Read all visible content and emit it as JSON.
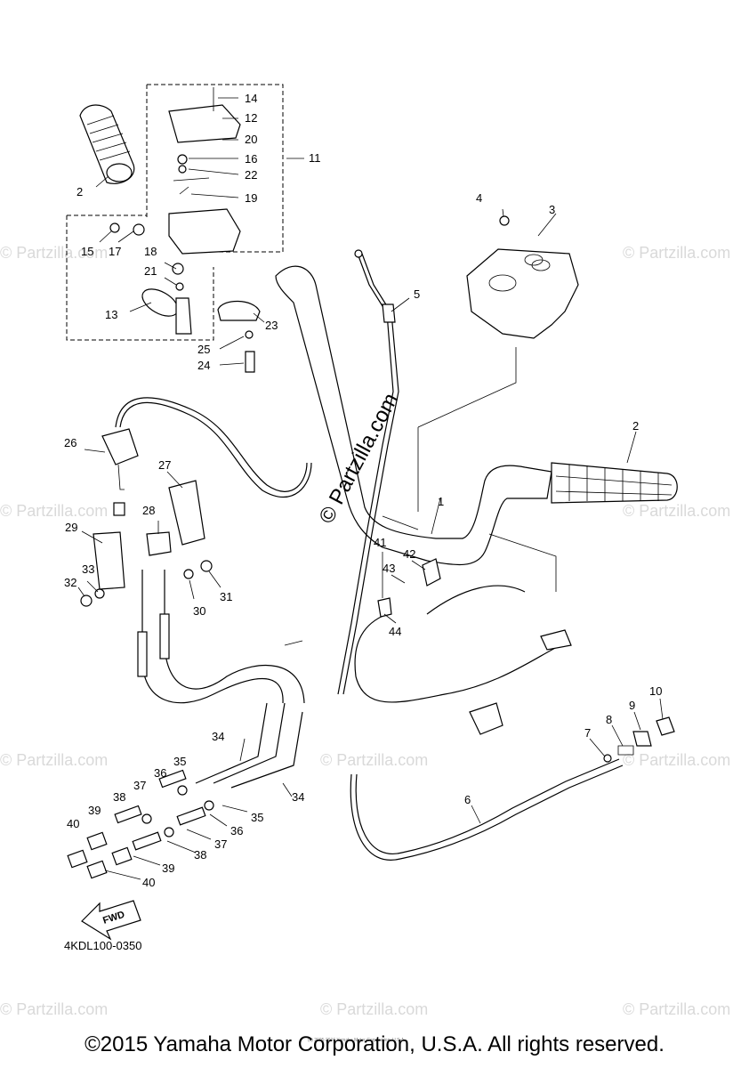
{
  "callouts": {
    "c1": "1",
    "c2a": "2",
    "c2b": "2",
    "c3": "3",
    "c4": "4",
    "c5": "5",
    "c6": "6",
    "c7": "7",
    "c8": "8",
    "c9": "9",
    "c10": "10",
    "c11": "11",
    "c12": "12",
    "c13": "13",
    "c14": "14",
    "c15": "15",
    "c16": "16",
    "c17": "17",
    "c18": "18",
    "c19": "19",
    "c20": "20",
    "c21": "21",
    "c22": "22",
    "c23": "23",
    "c24": "24",
    "c25": "25",
    "c26": "26",
    "c27": "27",
    "c28": "28",
    "c29": "29",
    "c30": "30",
    "c31": "31",
    "c32": "32",
    "c33": "33",
    "c34a": "34",
    "c34b": "34",
    "c35a": "35",
    "c35b": "35",
    "c36a": "36",
    "c36b": "36",
    "c37a": "37",
    "c37b": "37",
    "c38a": "38",
    "c38b": "38",
    "c39a": "39",
    "c39b": "39",
    "c40a": "40",
    "c40b": "40",
    "c41": "41",
    "c42": "42",
    "c43": "43",
    "c44": "44"
  },
  "diagram_code": "4KDL100-0350",
  "fwd_label": "FWD",
  "watermark": "© Partzilla.com",
  "watermark_small": "(c) 2005-2016 Yamaha Motor Corporation, U.S.A.",
  "copyright": "©2015 Yamaha Motor Corporation, U.S.A. All rights reserved."
}
